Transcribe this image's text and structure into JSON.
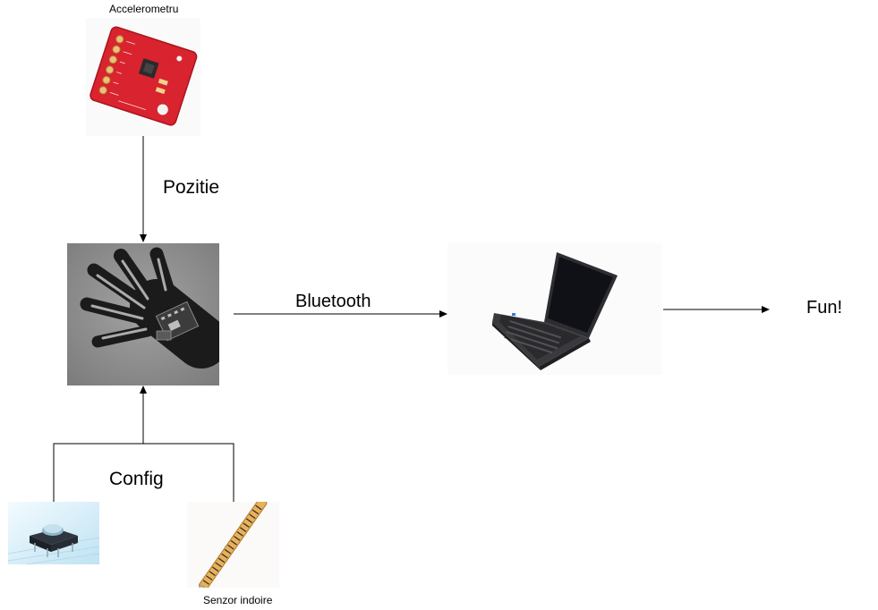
{
  "labels": {
    "accelerometer": "Accelerometru",
    "position": "Pozitie",
    "bluetooth": "Bluetooth",
    "fun": "Fun!",
    "config": "Config",
    "flex_sensor": "Senzor indoire"
  },
  "images": {
    "accelerometer_board": "accelerometer-board-image",
    "glove": "sensor-glove-image",
    "laptop": "laptop-image",
    "button": "push-button-image",
    "flex_sensor": "flex-sensor-image"
  }
}
